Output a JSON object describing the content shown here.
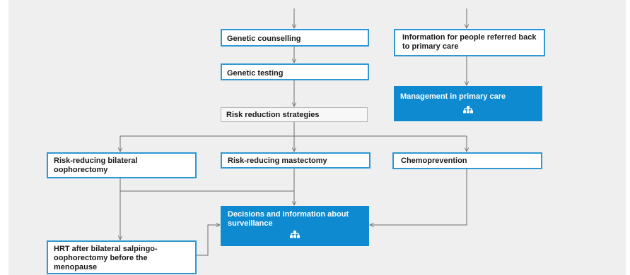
{
  "nodes": {
    "genetic_counselling": "Genetic counselling",
    "genetic_testing": "Genetic testing",
    "risk_reduction_strategies": "Risk reduction strategies",
    "info_primary_care": "Information for people referred back to primary care",
    "management_primary_care": "Management in primary care",
    "risk_reducing_bilateral_oophorectomy": "Risk-reducing bilateral oophorectomy",
    "risk_reducing_mastectomy": "Risk-reducing mastectomy",
    "chemoprevention": "Chemoprevention",
    "decisions_surveillance": "Decisions and information about surveillance",
    "hrt_after_bso": "HRT after bilateral salpingo-oophorectomy before the menopause"
  },
  "icons": {
    "pathway_icon": "hierarchy-icon"
  },
  "colors": {
    "background": "#efefef",
    "node_border": "#2f97d3",
    "linked_pathway_fill": "#0d8ad0",
    "connector": "#6e6e6e"
  }
}
